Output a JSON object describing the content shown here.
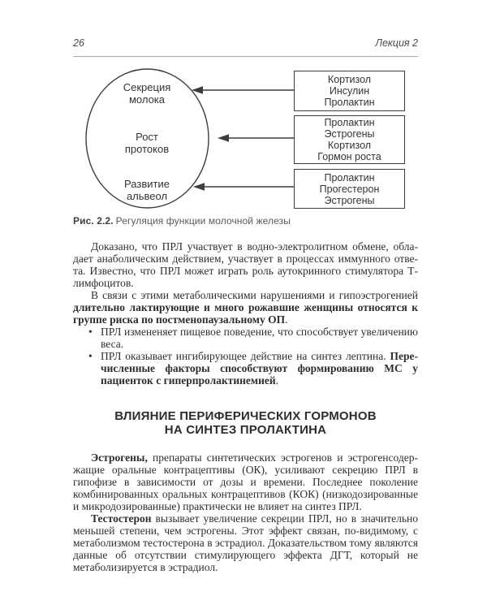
{
  "page": {
    "number": "26",
    "running_title": "Лекция 2"
  },
  "colors": {
    "ink": "#2e2e2e",
    "diagram_line": "#3d3d3d",
    "caption_gray": "#5a5a5a"
  },
  "figure": {
    "ellipse_labels": [
      "Секреция\nмолока",
      "Рост\nпротоков",
      "Развитие\nальвеол"
    ],
    "boxes": [
      "Кортизол\nИнсулин\nПролактин",
      "Пролактин\nЭстрогены\nКортизол\nГормон роста",
      "Пролактин\nПрогестерон\nЭстрогены"
    ],
    "caption_label": "Рис. 2.2.",
    "caption_text": "Регуляция функции молочной железы"
  },
  "body": {
    "p1": "Доказано, что ПРЛ участвует в водно-электролитном обмене, обла­дает анаболическим действием, участвует в процессах иммунного отве­та. Известно, что ПРЛ может играть роль аутокринного стимулятора Т-лимфоцитов.",
    "p2_normal": "В связи с этими метаболическими нарушениями и гипоэстрогенией ",
    "p2_bold": "длительно лактирующие и много рожавшие женщины относятся к группе риска по постменопаузальному ОП",
    "p2_period": ".",
    "bullet_marker": "•",
    "bullet1": "ПРЛ измененяет пищевое поведение, что способствует увеличе­нию веса.",
    "bullet2_normal": "ПРЛ оказывает ингибирующее действие на синтез лептина. ",
    "bullet2_bold": "Пере­численные факторы способствуют формированию МС у пациенток с гиперпролактинемией",
    "bullet2_period": "."
  },
  "section": {
    "heading": "ВЛИЯНИЕ ПЕРИФЕРИЧЕСКИХ ГОРМОНОВ\nНА СИНТЕЗ ПРОЛАКТИНА"
  },
  "body2": {
    "p3_lead": "Эстрогены,",
    "p3_rest": " препараты синтетических эстрогенов и эстрогенсодер­жащие оральные контрацептивы (ОК), усиливают секрецию ПРЛ в гипофизе в зависимости от дозы и времени. Последнее поколение комбинированных оральных контрацептивов (КОК) (низкодозирован­ные и микродозированные) практически не влияет на синтез ПРЛ.",
    "p4_lead": "Тестостерон",
    "p4_rest": " вызывает увеличение секреции ПРЛ, но в значительно меньшей степени, чем эстрогены. Этот эффект связан, по-видимому, с метаболизмом тестостерона в эстрадиол. Доказательством тому явля­ются данные об отсутствии стимулирующего эффекта ДГТ, который не метаболизируется в эстрадиол."
  }
}
